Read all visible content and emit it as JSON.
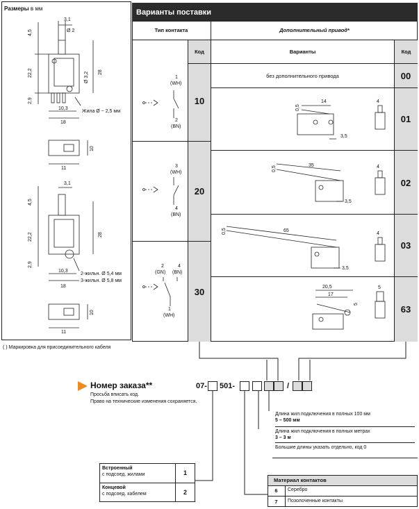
{
  "dimensions": {
    "title": "Размеры",
    "unit": "в мм",
    "top": {
      "d1": "3,1",
      "d2": "Ø 2",
      "d3": "4,5",
      "d4": "22,2",
      "d5": "Ø 3,2",
      "d6": "28",
      "d7": "2,9",
      "d8": "10,3",
      "d9": "18",
      "wire": "Жила Ø ~ 2,5 мм",
      "side_w": "11",
      "side_h": "10"
    },
    "bottom": {
      "d1": "3,1",
      "d3": "4,5",
      "d4": "22,2",
      "d6": "28",
      "d7": "2,9",
      "d8": "10,3",
      "d9": "18",
      "cable1": "2-жильн. Ø 5,4 мм",
      "cable2": "3-жильн. Ø 5,8 мм",
      "side_w": "11",
      "side_h": "10"
    },
    "footnote": "( ) Маркировка для присоединительного кабеля"
  },
  "variants": {
    "title": "Варианты поставки",
    "col_contact": "Тип контакта",
    "col_drive": "Дополнительный привод*",
    "col_code": "Код",
    "col_variants": "Варианты",
    "col_code2": "Код",
    "contacts": [
      {
        "code": "10",
        "labels": [
          "1",
          "(WH)",
          "2",
          "(BN)"
        ]
      },
      {
        "code": "20",
        "labels": [
          "3",
          "(WH)",
          "4",
          "(BN)"
        ]
      },
      {
        "code": "30",
        "labels": [
          "2",
          "(GN)",
          "4",
          "(BN)",
          "1",
          "(WH)"
        ]
      }
    ],
    "drives": [
      {
        "text": "без дополнительного привода",
        "code": "00"
      },
      {
        "dims": [
          "0,5",
          "14",
          "3,5",
          "4"
        ],
        "code": "01"
      },
      {
        "dims": [
          "0,5",
          "35",
          "3,5",
          "4"
        ],
        "code": "02"
      },
      {
        "dims": [
          "0,5",
          "65",
          "3,5",
          "4"
        ],
        "code": "03"
      },
      {
        "dims": [
          "20,5",
          "17",
          "5",
          "5"
        ],
        "code": "63"
      }
    ]
  },
  "order": {
    "title": "Номер заказа**",
    "note1": "Просьба вписать код.",
    "note2": "Право на технические изменения сохраняется.",
    "prefix": "07-",
    "mid": "501-",
    "slash": "/",
    "cable_length": {
      "line1": "Длина жил подключения в полных 100 мм",
      "line2": "5 – 500 мм",
      "line3": "Длина жил подключения в полных метрах",
      "line4": "3 – 3 м",
      "line5": "Большие длины указать отдельно, код 0"
    },
    "mount": [
      {
        "title": "Встроенный",
        "sub": "с подсоед. жилами",
        "code": "1"
      },
      {
        "title": "Концевой",
        "sub": "с подсоед. кабелем",
        "code": "2"
      }
    ],
    "material": {
      "title": "Материал контактов",
      "rows": [
        {
          "code": "6",
          "name": "Серебро"
        },
        {
          "code": "7",
          "name": "Позолоченные контакты"
        }
      ]
    }
  },
  "colors": {
    "arrow": "#f08a1c",
    "header": "#2b2b2b",
    "grey": "#dcdcdc"
  }
}
